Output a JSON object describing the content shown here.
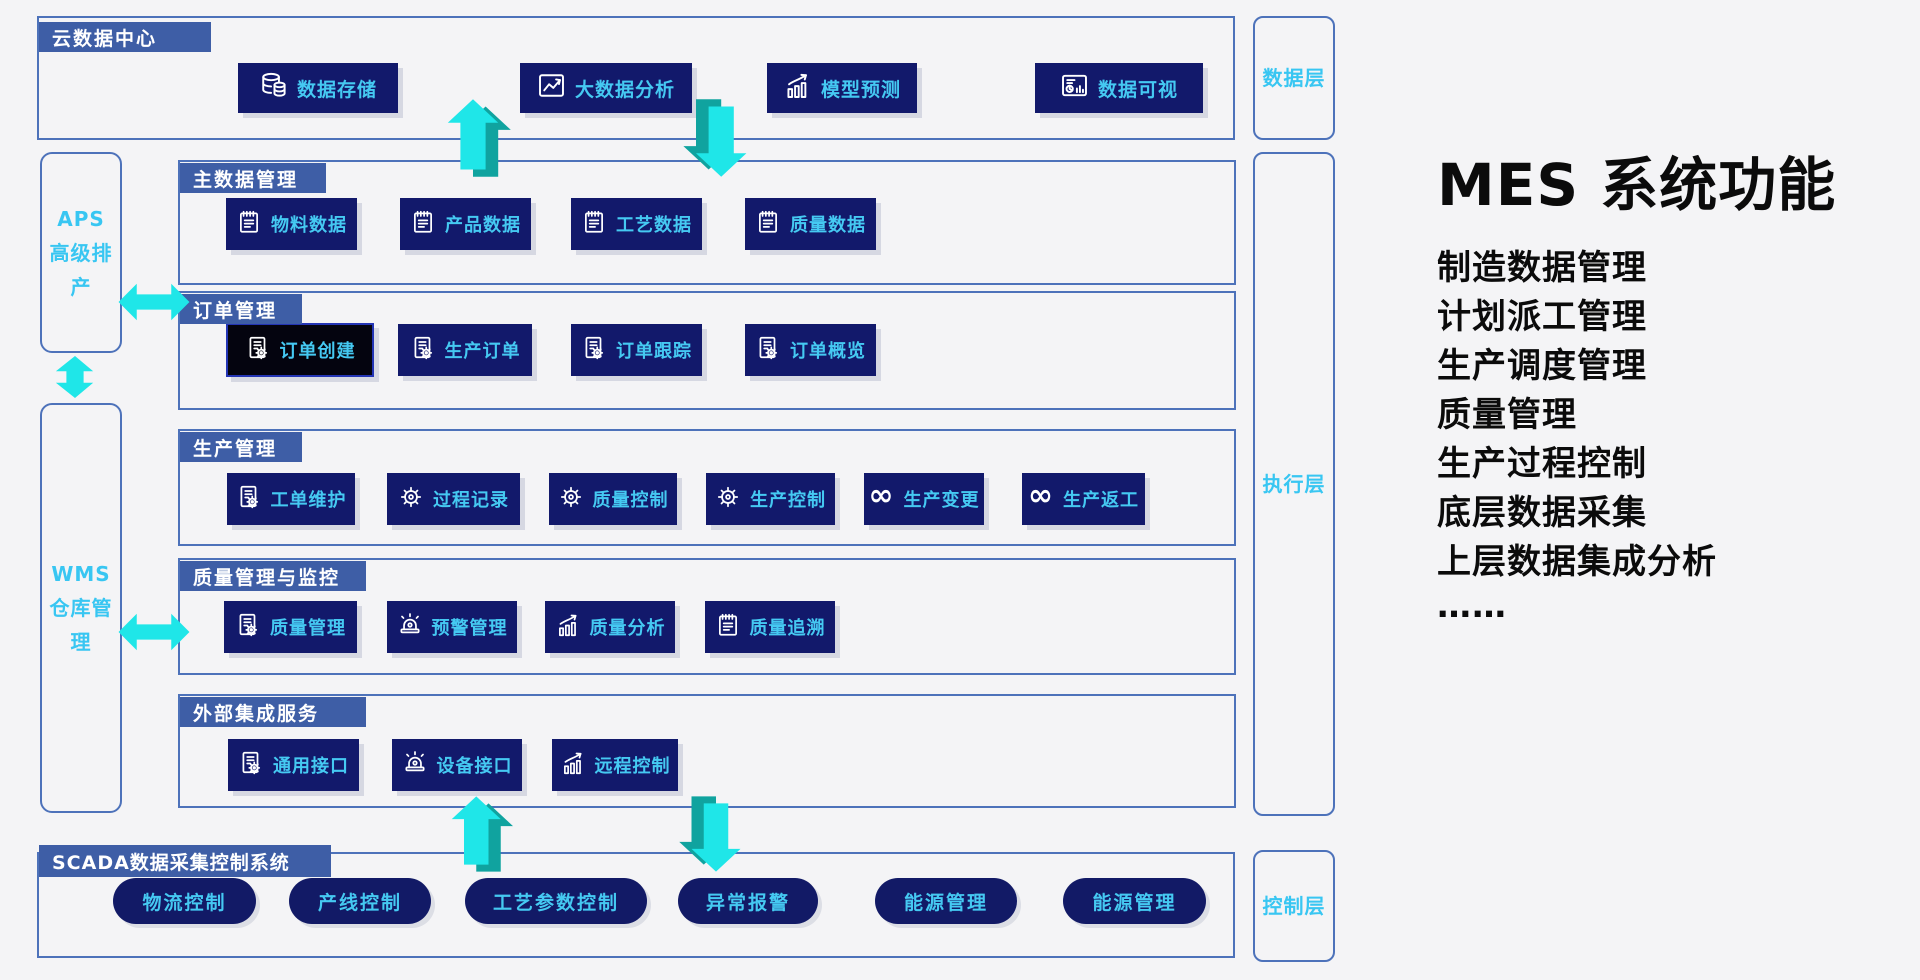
{
  "colors": {
    "background": "#f4f4f6",
    "border_blue": "#4d72ba",
    "tab_bg": "#3e5ea6",
    "tab_text": "#ffffff",
    "button_bg": "#12196b",
    "button_text": "#45c9f2",
    "highlight_button_bg": "#04040f",
    "highlight_button_border": "#2435b5",
    "arrow_cyan": "#1fe6e8",
    "arrow_teal": "#10a39f",
    "layer_text": "#38c6f2",
    "right_text": "#0b0b0b"
  },
  "cloud": {
    "title": "云数据中心",
    "buttons": [
      {
        "label": "数据存储"
      },
      {
        "label": "大数据分析"
      },
      {
        "label": "模型预测"
      },
      {
        "label": "数据可视"
      }
    ]
  },
  "left_panels": {
    "aps": "APS高级排产",
    "wms": "WMS仓库管理"
  },
  "layers": {
    "data": "数据层",
    "execution": "执行层",
    "control": "控制层"
  },
  "sections": [
    {
      "title": "主数据管理",
      "buttons": [
        {
          "label": "物料数据"
        },
        {
          "label": "产品数据"
        },
        {
          "label": "工艺数据"
        },
        {
          "label": "质量数据"
        }
      ]
    },
    {
      "title": "订单管理",
      "buttons": [
        {
          "label": "订单创建"
        },
        {
          "label": "生产订单"
        },
        {
          "label": "订单跟踪"
        },
        {
          "label": "订单概览"
        }
      ]
    },
    {
      "title": "生产管理",
      "buttons": [
        {
          "label": "工单维护"
        },
        {
          "label": "过程记录"
        },
        {
          "label": "质量控制"
        },
        {
          "label": "生产控制"
        },
        {
          "label": "生产变更"
        },
        {
          "label": "生产返工"
        }
      ]
    },
    {
      "title": "质量管理与监控",
      "buttons": [
        {
          "label": "质量管理"
        },
        {
          "label": "预警管理"
        },
        {
          "label": "质量分析"
        },
        {
          "label": "质量追溯"
        }
      ]
    },
    {
      "title": "外部集成服务",
      "buttons": [
        {
          "label": "通用接口"
        },
        {
          "label": "设备接口"
        },
        {
          "label": "远程控制"
        }
      ]
    }
  ],
  "scada": {
    "title": "SCADA数据采集控制系统",
    "buttons": [
      {
        "label": "物流控制"
      },
      {
        "label": "产线控制"
      },
      {
        "label": "工艺参数控制"
      },
      {
        "label": "异常报警"
      },
      {
        "label": "能源管理"
      },
      {
        "label": "能源管理"
      }
    ]
  },
  "right_panel": {
    "title": "MES 系统功能",
    "items": [
      "制造数据管理",
      "计划派工管理",
      "生产调度管理",
      "质量管理",
      "生产过程控制",
      "底层数据采集",
      "上层数据集成分析",
      "……"
    ]
  }
}
